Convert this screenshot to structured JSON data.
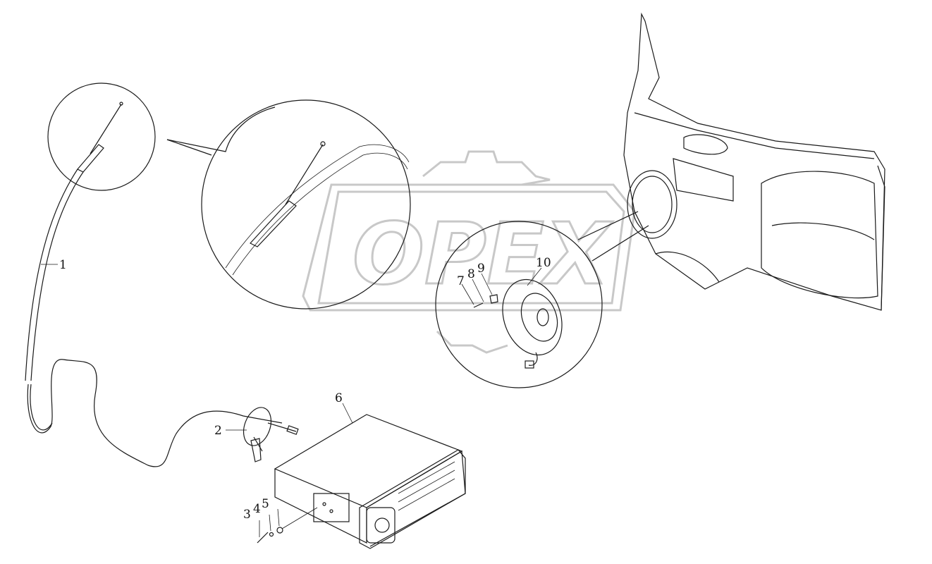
{
  "callouts": [
    {
      "id": "1",
      "label": "1"
    },
    {
      "id": "2",
      "label": "2"
    },
    {
      "id": "3",
      "label": "3"
    },
    {
      "id": "4",
      "label": "4"
    },
    {
      "id": "5",
      "label": "5"
    },
    {
      "id": "6",
      "label": "6"
    },
    {
      "id": "7",
      "label": "7"
    },
    {
      "id": "8",
      "label": "8"
    },
    {
      "id": "9",
      "label": "9"
    },
    {
      "id": "10",
      "label": "10"
    }
  ],
  "watermark": {
    "text": "OPEX"
  },
  "icons": {
    "antenna": "antenna-icon",
    "radio": "radio-unit-icon",
    "speaker": "speaker-icon",
    "door": "door-panel-icon"
  }
}
